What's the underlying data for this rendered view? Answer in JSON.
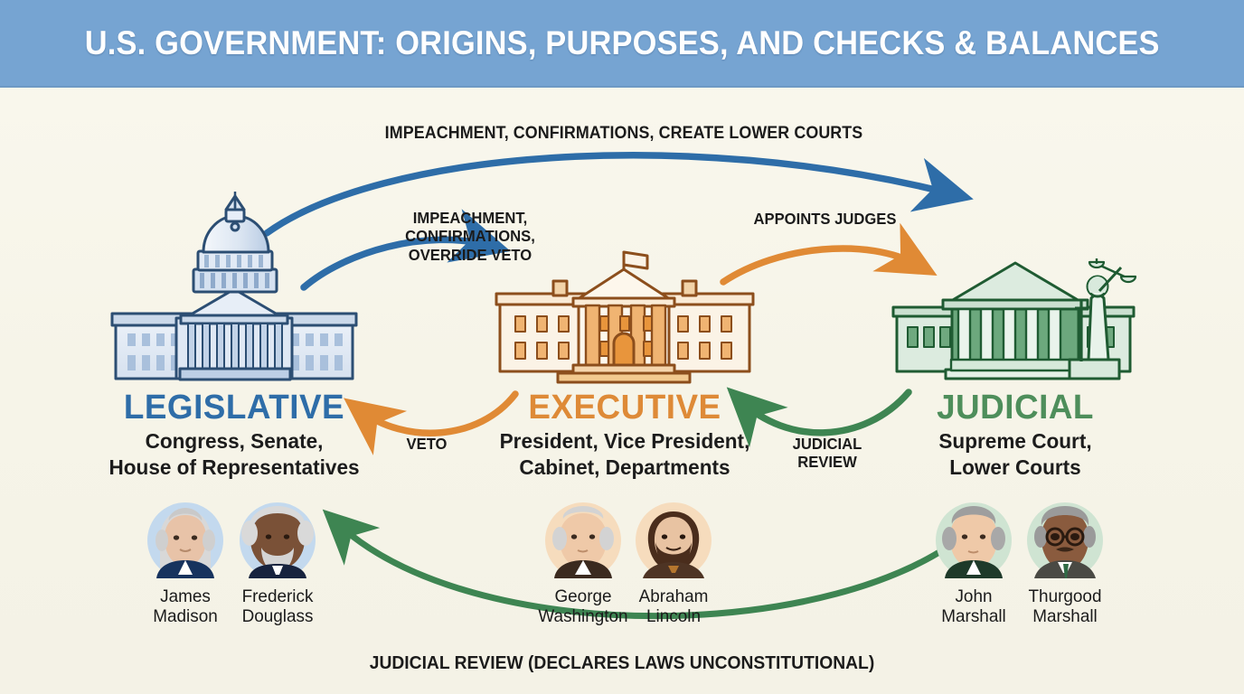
{
  "header": {
    "title": "U.S. Government: Origins, Purposes, and Checks & Balances"
  },
  "colors": {
    "header_blue": "#76A4D2",
    "background_cream": "#F7F5EA",
    "legislative_blue": "#2E6DA8",
    "executive_orange": "#DE8A37",
    "judicial_green": "#3E8552",
    "text_dark": "#1B1B1B"
  },
  "arrow_labels": {
    "top_blue": "IMPEACHMENT, CONFIRMATIONS, CREATE LOWER COURTS",
    "leg_to_exec": "IMPEACHMENT,\nCONFIRMATIONS,\nOVERRIDE VETO",
    "appoints_judges": "APPOINTS JUDGES",
    "veto": "VETO",
    "judicial_review": "JUDICIAL\nREVIEW",
    "bottom_caption": "JUDICIAL REVIEW (DECLARES LAWS UNCONSTITUTIONAL)"
  },
  "branches": [
    {
      "id": "legislative",
      "name": "LEGISLATIVE",
      "description": "Congress, Senate,\nHouse of Representatives",
      "color": "#2E6DA8",
      "icon": "capitol-building-icon"
    },
    {
      "id": "executive",
      "name": "EXECUTIVE",
      "description": "President, Vice President,\nCabinet, Departments",
      "color": "#DE8A37",
      "icon": "white-house-icon"
    },
    {
      "id": "judicial",
      "name": "JUDICIAL",
      "description": "Supreme Court,\nLower Courts",
      "color": "#4E8E5B",
      "icon": "supreme-court-building-icon"
    }
  ],
  "people": [
    {
      "id": "james-madison",
      "name": "James\nMadison",
      "branch": "legislative"
    },
    {
      "id": "frederick-douglass",
      "name": "Frederick\nDouglass",
      "branch": "legislative"
    },
    {
      "id": "george-washington",
      "name": "George\nWashington",
      "branch": "executive"
    },
    {
      "id": "abraham-lincoln",
      "name": "Abraham\nLincoln",
      "branch": "executive"
    },
    {
      "id": "john-marshall",
      "name": "John\nMarshall",
      "branch": "judicial"
    },
    {
      "id": "thurgood-marshall",
      "name": "Thurgood\nMarshall",
      "branch": "judicial"
    }
  ]
}
